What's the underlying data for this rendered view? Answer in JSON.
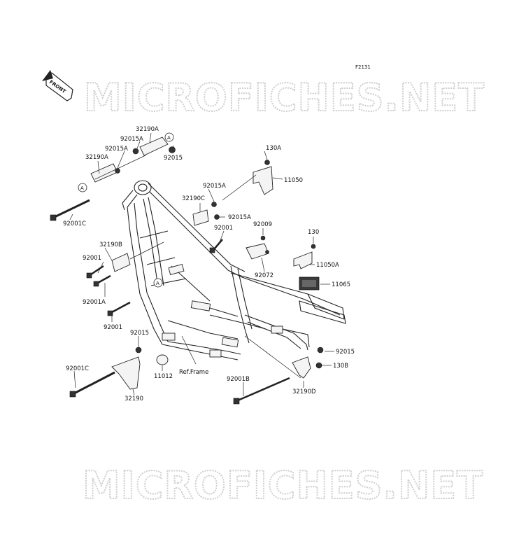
{
  "figure_code": "F2131",
  "watermark": "MICROFICHES.NET",
  "front_arrow_label": "FRONT",
  "ref_frame_label": "Ref.Frame",
  "circle_marker": "A",
  "parts": [
    {
      "id": "p-32190A-top",
      "label": "32190A"
    },
    {
      "id": "p-92015A-top",
      "label": "92015A"
    },
    {
      "id": "p-92015A-left",
      "label": "92015A"
    },
    {
      "id": "p-32190A-left",
      "label": "32190A"
    },
    {
      "id": "p-92015-top",
      "label": "92015"
    },
    {
      "id": "p-92001C-top",
      "label": "92001C"
    },
    {
      "id": "p-130A",
      "label": "130A"
    },
    {
      "id": "p-11050",
      "label": "11050"
    },
    {
      "id": "p-92015A-mid",
      "label": "92015A"
    },
    {
      "id": "p-32190C",
      "label": "32190C"
    },
    {
      "id": "p-92015A-right",
      "label": "92015A"
    },
    {
      "id": "p-92001-mid",
      "label": "92001"
    },
    {
      "id": "p-92009",
      "label": "92009"
    },
    {
      "id": "p-130",
      "label": "130"
    },
    {
      "id": "p-32190B",
      "label": "32190B"
    },
    {
      "id": "p-11050A",
      "label": "11050A"
    },
    {
      "id": "p-92001-left",
      "label": "92001"
    },
    {
      "id": "p-92072",
      "label": "92072"
    },
    {
      "id": "p-11065",
      "label": "11065"
    },
    {
      "id": "p-92001A",
      "label": "92001A"
    },
    {
      "id": "p-92001-low",
      "label": "92001"
    },
    {
      "id": "p-92015-low",
      "label": "92015"
    },
    {
      "id": "p-92015-right",
      "label": "92015"
    },
    {
      "id": "p-130B",
      "label": "130B"
    },
    {
      "id": "p-92001C-low",
      "label": "92001C"
    },
    {
      "id": "p-11012",
      "label": "11012"
    },
    {
      "id": "p-92001B",
      "label": "92001B"
    },
    {
      "id": "p-32190D",
      "label": "32190D"
    },
    {
      "id": "p-32190",
      "label": "32190"
    }
  ]
}
